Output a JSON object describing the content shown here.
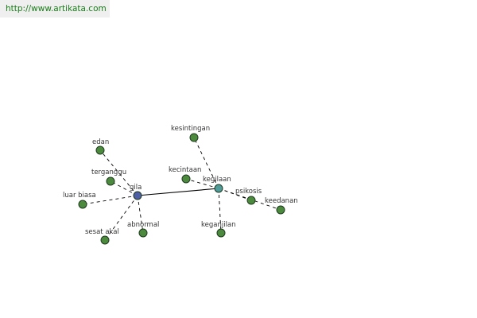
{
  "watermark": {
    "url_text": "http://www.artikata.com"
  },
  "colors": {
    "leaf_node": "#4c8a3e",
    "hub_gila": "#4f5fa6",
    "hub_kegilaan": "#4f9a9a",
    "url_text": "#1a7a1a",
    "url_background": "#efefef"
  },
  "diagram": {
    "nodes": [
      {
        "id": "gila",
        "label": "gila",
        "kind": "hub_gila"
      },
      {
        "id": "kegilaan",
        "label": "kegilaan",
        "kind": "hub_kegilaan"
      },
      {
        "id": "edan",
        "label": "edan",
        "kind": "leaf_node"
      },
      {
        "id": "terganggu",
        "label": "terganggu",
        "kind": "leaf_node"
      },
      {
        "id": "luar_biasa",
        "label": "luar biasa",
        "kind": "leaf_node"
      },
      {
        "id": "sesat_akal",
        "label": "sesat akal",
        "kind": "leaf_node"
      },
      {
        "id": "abnormal",
        "label": "abnormal",
        "kind": "leaf_node"
      },
      {
        "id": "kesintingan",
        "label": "kesintingan",
        "kind": "leaf_node"
      },
      {
        "id": "kecintaan",
        "label": "kecintaan",
        "kind": "leaf_node"
      },
      {
        "id": "psikosis",
        "label": "psikosis",
        "kind": "leaf_node"
      },
      {
        "id": "keedanan",
        "label": "keedanan",
        "kind": "leaf_node"
      },
      {
        "id": "keganjilan",
        "label": "keganjilan",
        "kind": "leaf_node"
      }
    ],
    "edges": [
      {
        "from": "gila",
        "to": "kegilaan",
        "style": "solid"
      },
      {
        "from": "gila",
        "to": "edan",
        "style": "dashed"
      },
      {
        "from": "gila",
        "to": "terganggu",
        "style": "dashed"
      },
      {
        "from": "gila",
        "to": "luar_biasa",
        "style": "dashed"
      },
      {
        "from": "gila",
        "to": "sesat_akal",
        "style": "dashed"
      },
      {
        "from": "gila",
        "to": "abnormal",
        "style": "dashed"
      },
      {
        "from": "kegilaan",
        "to": "kesintingan",
        "style": "dashed"
      },
      {
        "from": "kegilaan",
        "to": "kecintaan",
        "style": "dashed"
      },
      {
        "from": "kegilaan",
        "to": "psikosis",
        "style": "dashed"
      },
      {
        "from": "kegilaan",
        "to": "keedanan",
        "style": "dashed"
      },
      {
        "from": "kegilaan",
        "to": "keganjilan",
        "style": "dashed"
      }
    ]
  }
}
